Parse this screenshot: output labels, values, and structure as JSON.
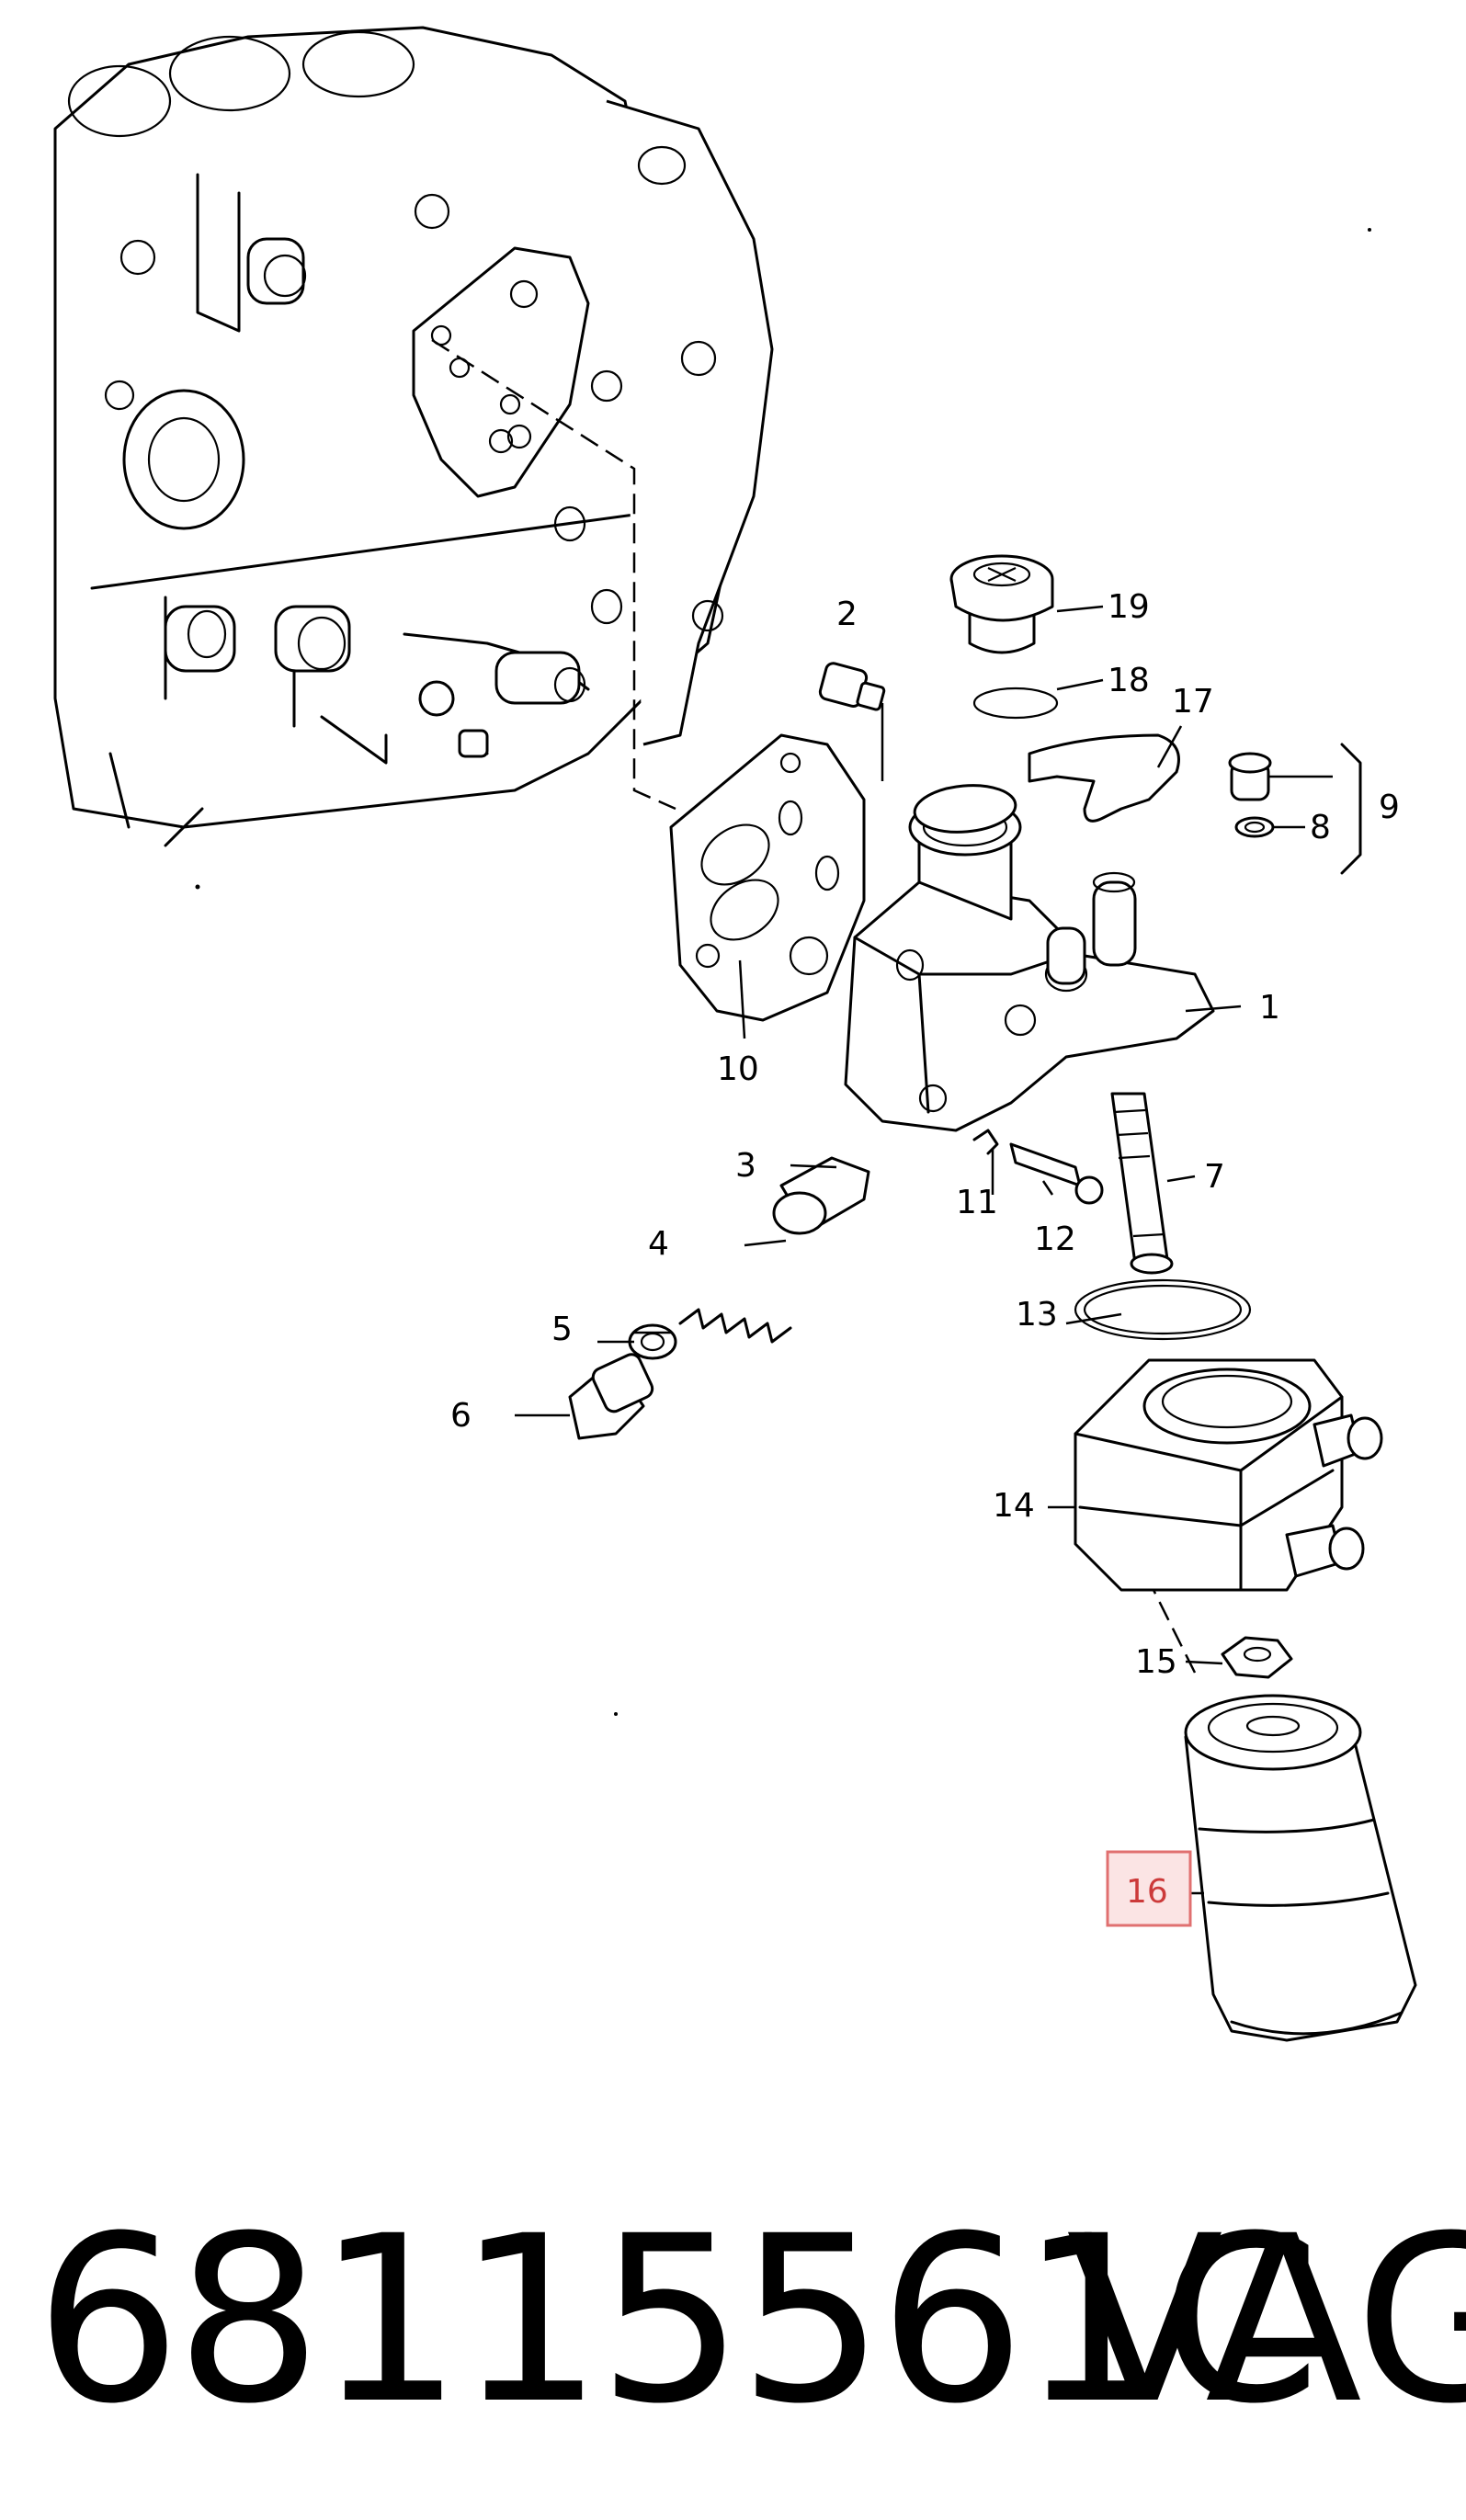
{
  "diagram": {
    "callouts": [
      {
        "id": "1",
        "label": "1"
      },
      {
        "id": "2",
        "label": "2"
      },
      {
        "id": "3",
        "label": "3"
      },
      {
        "id": "4",
        "label": "4"
      },
      {
        "id": "5",
        "label": "5"
      },
      {
        "id": "6",
        "label": "6"
      },
      {
        "id": "7",
        "label": "7"
      },
      {
        "id": "8",
        "label": "8"
      },
      {
        "id": "9",
        "label": "9"
      },
      {
        "id": "10",
        "label": "10"
      },
      {
        "id": "11",
        "label": "11"
      },
      {
        "id": "12",
        "label": "12"
      },
      {
        "id": "13",
        "label": "13"
      },
      {
        "id": "14",
        "label": "14"
      },
      {
        "id": "15",
        "label": "15"
      },
      {
        "id": "16",
        "label": "16"
      },
      {
        "id": "17",
        "label": "17"
      },
      {
        "id": "18",
        "label": "18"
      },
      {
        "id": "19",
        "label": "19"
      }
    ],
    "highlighted_callout": "16",
    "highlight_color": "#e07070"
  },
  "footer": {
    "part_number": "68115561C",
    "brand": "VAG"
  }
}
